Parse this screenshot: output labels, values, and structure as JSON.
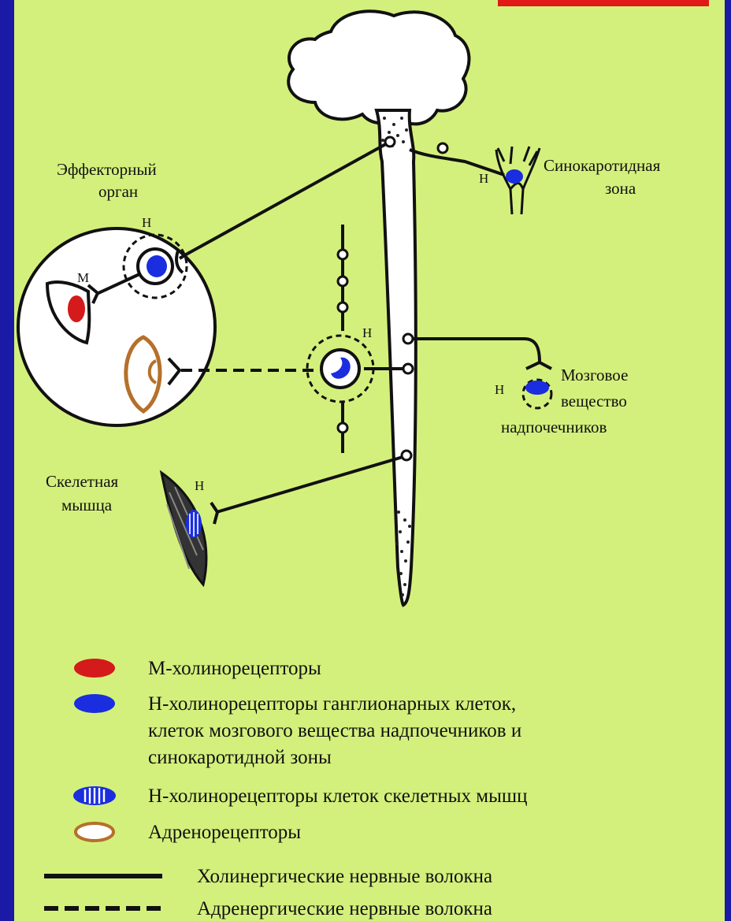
{
  "diagram": {
    "labels": {
      "effector_line1": "Эффекторный",
      "effector_line2": "орган",
      "sinocarotid_line1": "Синокаротидная",
      "sinocarotid_line2": "зона",
      "adrenal_line1": "Мозговое",
      "adrenal_line2": "вещество",
      "adrenal_line3": "надпочечников",
      "muscle_line1": "Скелетная",
      "muscle_line2": "мышца",
      "n_effector": "Н",
      "m_effector": "М",
      "n_ganglion": "Н",
      "n_sinocarotid": "Н",
      "n_adrenal": "Н",
      "n_muscle": "Н"
    }
  },
  "legend": {
    "m_receptors": "М-холинорецепторы",
    "n_receptors_line1": "Н-холинорецепторы ганглионарных клеток,",
    "n_receptors_line2": "клеток мозгового вещества надпочечников и",
    "n_receptors_line3": "синокаротидной зоны",
    "n_muscle_receptors": "Н-холинорецепторы клеток скелетных мышц",
    "adrenoreceptors": "Адренорецепторы",
    "cholinergic_fibers": "Холинергические нервные волокна",
    "adrenergic_fibers": "Адренергические нервные волокна"
  },
  "colors": {
    "background": "#d4f07c",
    "frame": "#1a1aa6",
    "m_receptor": "#d41a1a",
    "n_receptor": "#1a2ee0",
    "adrenoreceptor": "#b5702a"
  }
}
